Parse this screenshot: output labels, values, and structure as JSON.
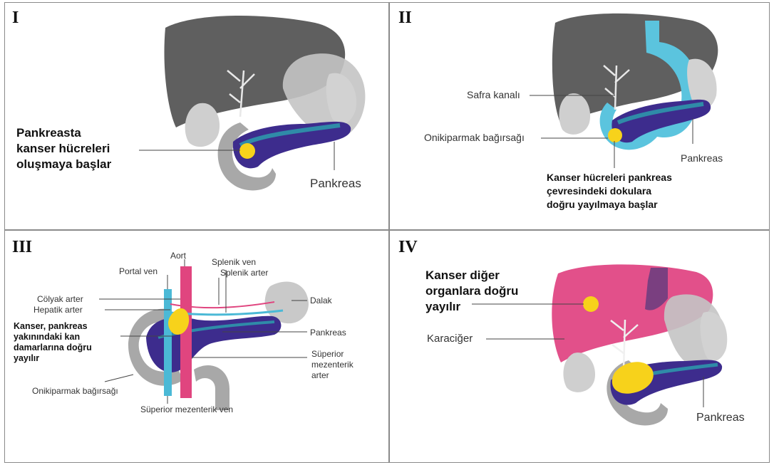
{
  "panels": [
    {
      "number": "I",
      "caption": [
        "Pankreasta",
        "kanser hücreleri",
        "oluşmaya başlar"
      ],
      "labels": {
        "pancreas": "Pankreas"
      }
    },
    {
      "number": "II",
      "caption": [
        "Kanser hücreleri pankreas",
        "çevresindeki dokulara",
        "doğru yayılmaya başlar"
      ],
      "labels": {
        "bile_duct": "Safra kanalı",
        "duodenum": "Onikiparmak bağırsağı",
        "pancreas": "Pankreas"
      }
    },
    {
      "number": "III",
      "caption": [
        "Kanser, pankreas",
        "yakınındaki kan",
        "damarlarına doğru",
        "yayılır"
      ],
      "labels": {
        "aorta": "Aort",
        "portal_vein": "Portal ven",
        "splenic_vein": "Splenik ven",
        "splenic_artery": "Splenik arter",
        "celiac_artery": "Cölyak arter",
        "hepatic_artery": "Hepatik arter",
        "spleen": "Dalak",
        "pancreas": "Pankreas",
        "sma": [
          "Süperior",
          "mezenterik",
          "arter"
        ],
        "duodenum": "Onikiparmak bağırsağı",
        "smv": "Süperior mezenterik ven"
      }
    },
    {
      "number": "IV",
      "caption": [
        "Kanser diğer",
        "organlara doğru",
        "yayılır"
      ],
      "labels": {
        "liver": "Karaciğer",
        "pancreas": "Pankreas"
      }
    }
  ],
  "colors": {
    "liver_gray": "#5f5f5f",
    "organ_light": "#c4c4c4",
    "pancreas_purple": "#3d2c8d",
    "duct_teal": "#2f8ba8",
    "tumor_yellow": "#f7d21b",
    "duodenum_blue": "#5bc4de",
    "liver_pink": "#e2508a",
    "aorta_pink": "#e0457f",
    "portal_cyan": "#4bb9d6"
  }
}
